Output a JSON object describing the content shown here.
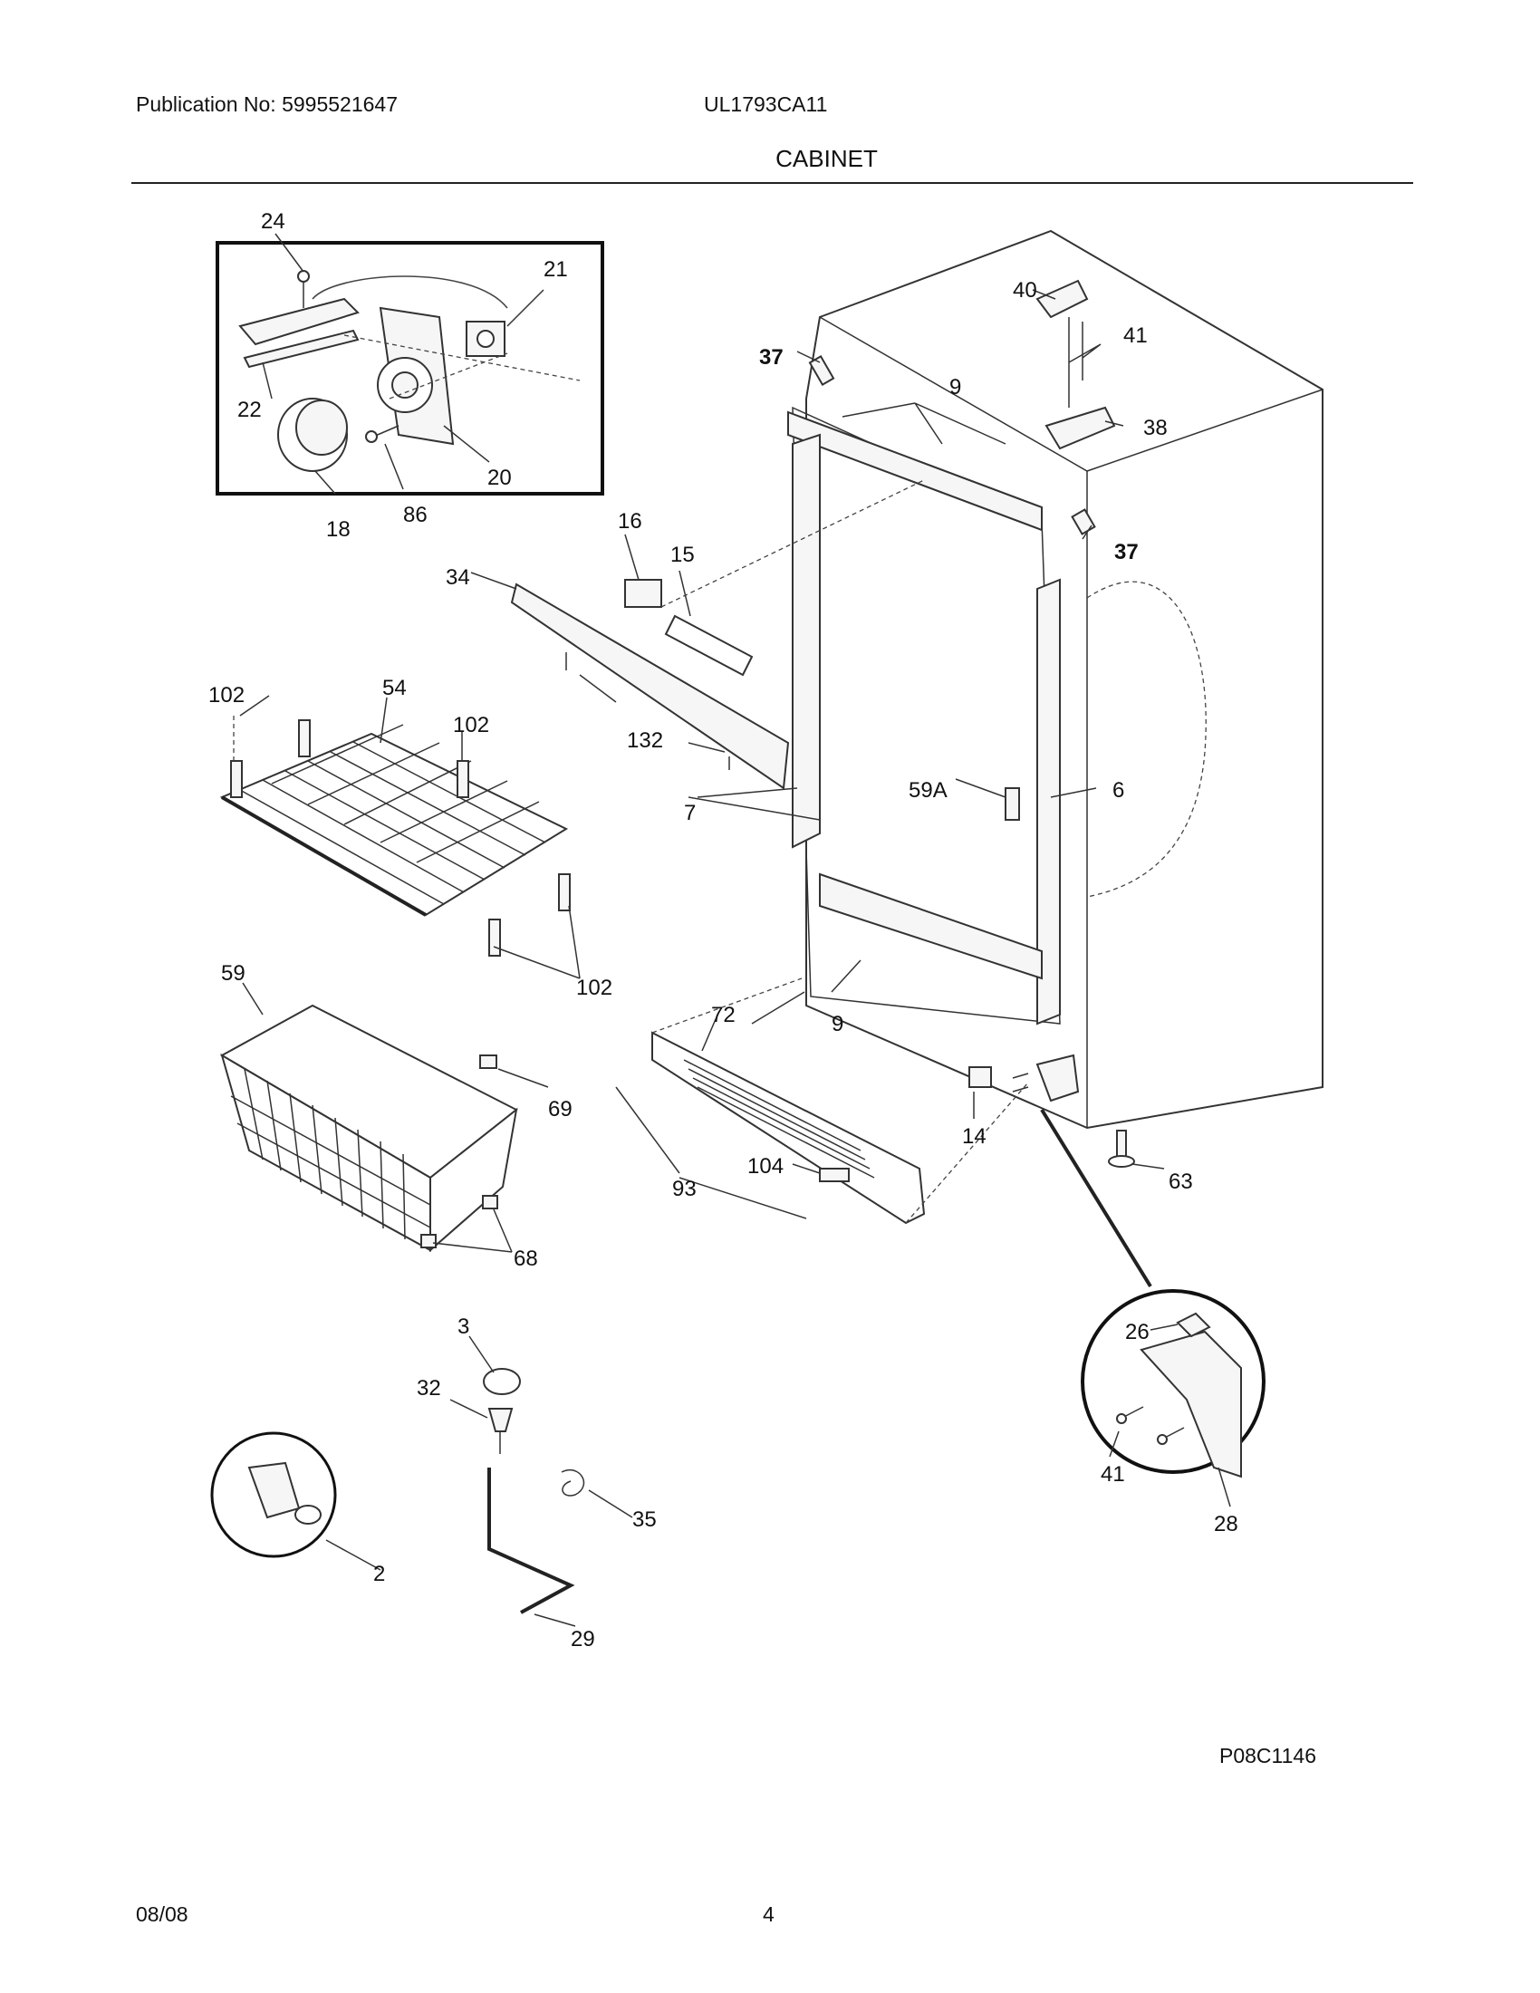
{
  "header": {
    "publication": "Publication No: 5995521647",
    "model": "UL1793CA11",
    "section_title": "CABINET"
  },
  "diagram": {
    "callouts": {
      "c24": "24",
      "c21": "21",
      "c22": "22",
      "c20": "20",
      "c18": "18",
      "c86": "86",
      "c16": "16",
      "c15": "15",
      "c34": "34",
      "c132": "132",
      "c37a": "37",
      "c37b": "37",
      "c9a": "9",
      "c9b": "9",
      "c40": "40",
      "c41a": "41",
      "c38": "38",
      "c102a": "102",
      "c54": "54",
      "c102b": "102",
      "c102c": "102",
      "c7": "7",
      "c59A": "59A",
      "c6": "6",
      "c59": "59",
      "c69": "69",
      "c68": "68",
      "c72": "72",
      "c104": "104",
      "c93": "93",
      "c14": "14",
      "c63": "63",
      "c26": "26",
      "c41b": "41",
      "c28": "28",
      "c3": "3",
      "c32": "32",
      "c35": "35",
      "c2": "2",
      "c29": "29"
    }
  },
  "footer": {
    "diagram_code": "P08C1146",
    "date": "08/08",
    "page": "4"
  }
}
